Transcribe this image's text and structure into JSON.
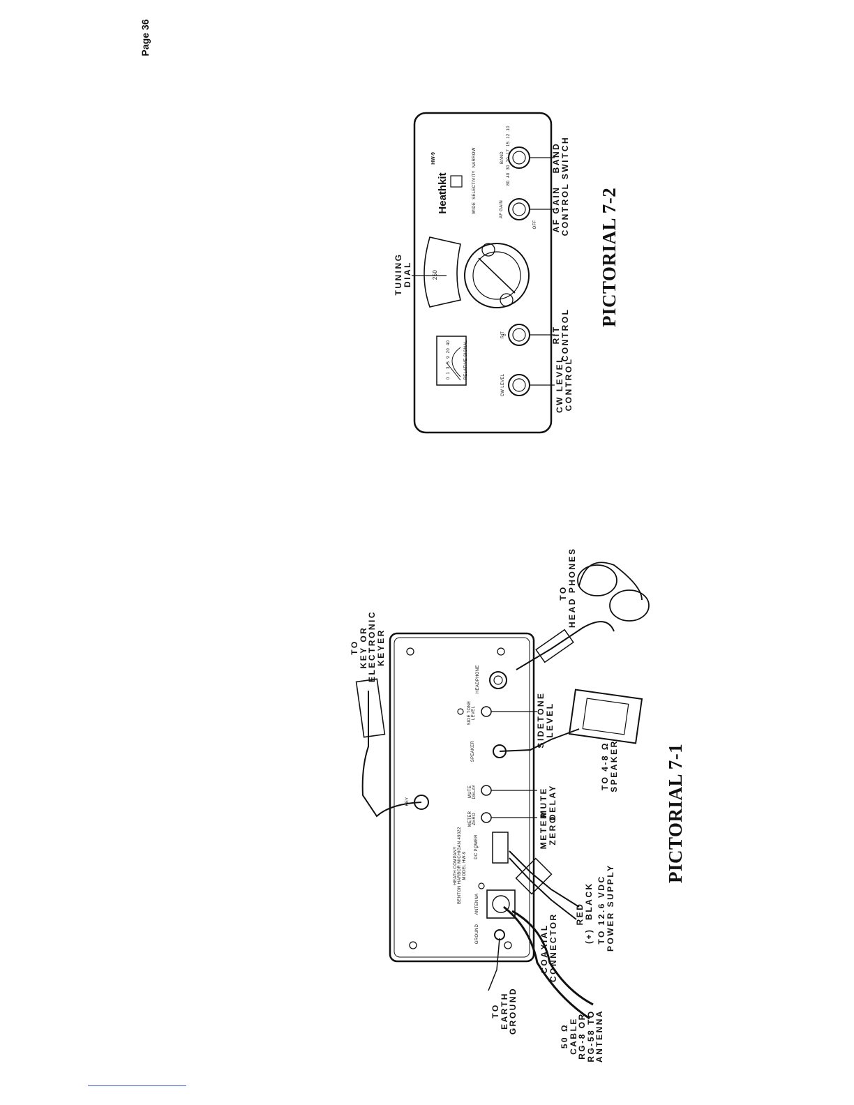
{
  "page": {
    "number": "Page 36"
  },
  "pictorial_7_1": {
    "title": "PICTORIAL 7-1",
    "plate": "HEATH COMPANY\nBENTON HARBOR MICHIGAN 49022\nMODEL HW-9",
    "jacks": {
      "ground": "GROUND",
      "antenna": "ANTENNA",
      "dc_power": "DC POWER",
      "plus": "+",
      "meter_zero": "METER\nZERO",
      "mute_delay": "MUTE\nDELAY",
      "key": "KEY",
      "speaker": "SPEAKER",
      "sidetone_level": "SIDE TONE\nLEVEL",
      "headphone": "HEADPHONE"
    },
    "callouts": {
      "earth_ground": "TO\nEARTH\nGROUND",
      "cable": "50 Ω\nCABLE\nRG-8 OR\nRG-58 TO\nANTENNA",
      "coax": "COAXIAL\nCONNECTOR",
      "red_black": "RED\n(+)  BLACK",
      "power_supply": "TO 12.6 VDC\nPOWER SUPPLY",
      "meter_zero": "METER\nZERO",
      "mute_delay": "MUTE\nDELAY",
      "speaker": "TO 4-8 Ω\nSPEAKER",
      "sidetone": "SIDETONE\nLEVEL",
      "headphones": "TO\nHEAD PHONES",
      "key": "TO\nKEY OR\nELECTRONIC\nKEYER"
    }
  },
  "pictorial_7_2": {
    "title": "PICTORIAL 7-2",
    "brand": "Heathkit",
    "model": "HW-9",
    "selectivity": "WIDE  SELECTIVITY  NARROW",
    "meter_label": "RELATIVE SIGNAL",
    "meter_scale": "0  1  3  5  9  20  40",
    "knob_labels": {
      "cw_level": "CW LEVEL",
      "rit": "RIT",
      "rit_zero": "0",
      "af_gain": "AF GAIN",
      "off": "OFF",
      "band": "BAND",
      "bands": "80  40  30  20  17  15  12  10",
      "dial_mark": "250"
    },
    "callouts": {
      "cw_level": "CW LEVEL\nCONTROL",
      "rit": "RIT\nCONTROL",
      "tuning": "TUNING\nDIAL",
      "af_gain": "AF GAIN\nCONTROL",
      "band": "BAND\nSWITCH"
    }
  }
}
